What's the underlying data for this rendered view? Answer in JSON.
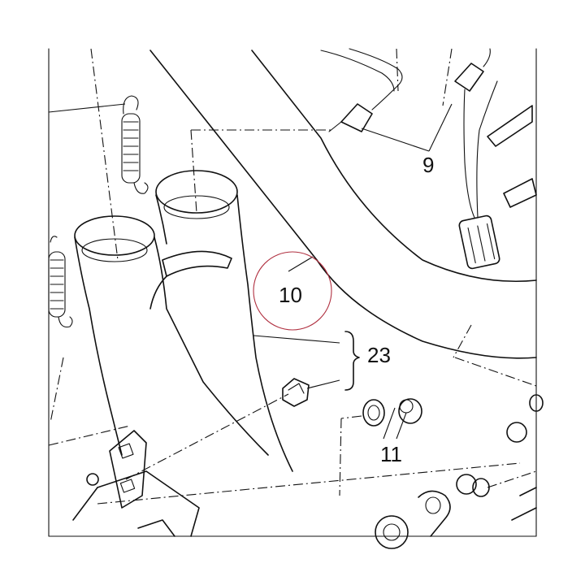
{
  "callouts": {
    "part_9": "9",
    "part_10": "10",
    "part_11": "11",
    "part_23": "23"
  },
  "colors": {
    "line": "#111111",
    "highlight_circle": "#b03040",
    "background": "#ffffff"
  }
}
